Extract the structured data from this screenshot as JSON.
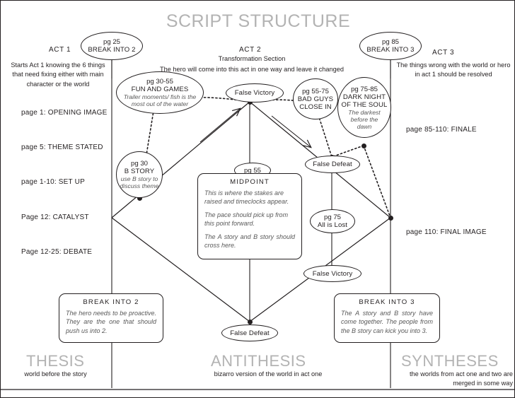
{
  "title": "SCRIPT STRUCTURE",
  "acts": [
    {
      "name": "ACT 1",
      "subtitle": "",
      "desc": "Starts Act 1 knowing the 6 things that need fixing either with main character or the world"
    },
    {
      "name": "ACT 2",
      "subtitle": "Transformation Section",
      "desc": "The hero will come into this act in one way and leave it changed"
    },
    {
      "name": "ACT 3",
      "subtitle": "",
      "desc": "The things wrong with the world or hero in act 1 should be resolved"
    }
  ],
  "left_beats": [
    "page 1: OPENING IMAGE",
    "page 5: THEME STATED",
    "page 1-10:  SET UP",
    "Page 12:  CATALYST",
    "Page 12-25: DEBATE"
  ],
  "right_beats": [
    "page 85-110: FINALE",
    "page 110: FINAL IMAGE"
  ],
  "nodes": {
    "break_into_2": {
      "pg": "pg 25",
      "name": "BREAK INTO 2"
    },
    "break_into_3": {
      "pg": "pg 85",
      "name": "BREAK INTO 3"
    },
    "fun_and_games": {
      "pg": "pg 30-55",
      "name": "FUN AND GAMES",
      "italic1": "Trailer moments/ fish is the",
      "italic2": "most out of the water"
    },
    "b_story": {
      "pg": "pg 30",
      "name": "B STORY",
      "italic1": "use B story to",
      "italic2": "discuss theme"
    },
    "bad_guys": {
      "pg": "pg 55-75",
      "name1": "BAD GUYS",
      "name2": "CLOSE IN"
    },
    "dark_night": {
      "pg": "pg 75-85",
      "name1": "DARK NIGHT",
      "name2": "OF THE SOUL",
      "italic1": "The darkest",
      "italic2": "before the",
      "italic3": "dawn"
    },
    "all_is_lost": {
      "pg": "pg 75",
      "name": "All is Lost"
    },
    "midpoint_pg": {
      "pg": "pg 55"
    },
    "false_victory_top": {
      "name": "False Victory"
    },
    "false_victory_bottom": {
      "name": "False Victory"
    },
    "false_defeat_right": {
      "name": "False Defeat"
    },
    "false_defeat_bottom": {
      "name": "False Defeat"
    }
  },
  "notes": {
    "midpoint": {
      "heading": "MIDPOINT",
      "p1": "This is where the stakes are raised and timeclocks appear.",
      "p2": "The pace should pick up from this point forward.",
      "p3": "The A story and B story should cross here."
    },
    "break_into_2": {
      "heading": "BREAK INTO 2",
      "p1": "The hero needs to be proactive. They are the one that should push us into 2."
    },
    "break_into_3": {
      "heading": "BREAK INTO 3",
      "p1": "The A story and B story have come together.  The people from the B story can kick you into 3."
    }
  },
  "footers": [
    {
      "big": "THESIS",
      "sub": "world before the story"
    },
    {
      "big": "ANTITHESIS",
      "sub": "bizarro version of the world in act one"
    },
    {
      "big": "SYNTHESES",
      "sub": "the worlds from act one and two are merged in some way"
    }
  ],
  "colors": {
    "ink": "#231f20",
    "muted_text": "#595959",
    "heading_gray": "#b3b3b3",
    "background": "#ffffff"
  }
}
